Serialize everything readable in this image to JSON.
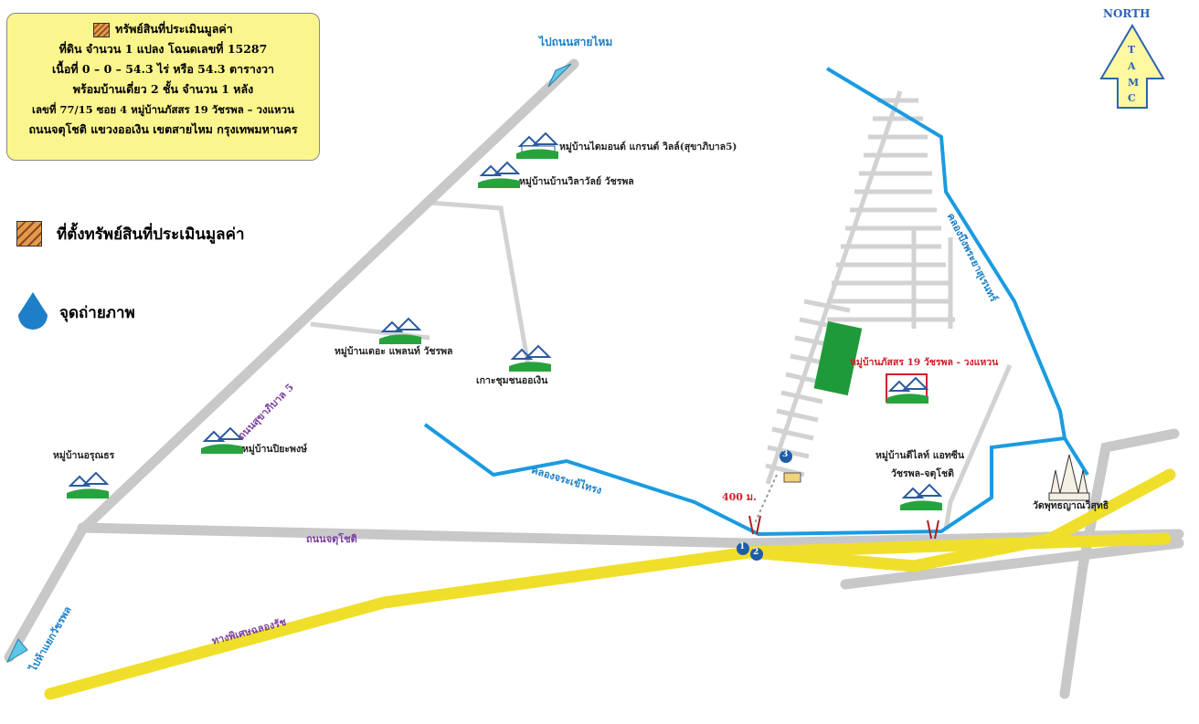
{
  "info_box": {
    "title": "ทรัพย์สินที่ประเมินมูลค่า",
    "lines": [
      "ที่ดิน จำนวน 1 แปลง โฉนดเลขที่ 15287",
      "เนื้อที่ 0 – 0 – 54.3 ไร่ หรือ 54.3 ตารางวา",
      "พร้อมบ้านเดี่ยว 2 ชั้น จำนวน 1 หลัง",
      "เลขที่ 77/15 ซอย 4 หมู่บ้านภัสสร 19 วัชรพล – วงแหวน",
      "ถนนจตุโชติ แขวงออเงิน เขตสายไหม กรุงเทพมหานคร"
    ]
  },
  "legend": {
    "property_location": "ที่ตั้งทรัพย์สินที่ประเมินมูลค่า",
    "photo_point": "จุดถ่ายภาพ"
  },
  "north": {
    "label": "NORTH",
    "letters": [
      "T",
      "A",
      "M",
      "C"
    ]
  },
  "labels": {
    "to_saimai": "ไปถนนสายไหม",
    "diamond_grand": "หมู่บ้านไดมอนด์ แกรนด์ วิลล์(สุขาภิบาล5)",
    "vilawan": "หมู่บ้านบ้านวิลาวัลย์ วัชรพล",
    "the_plant": "หมู่บ้านเดอะ แพลนท์ วัชรพล",
    "ko_chumchon": "เกาะชุมชนออเงิน",
    "passorn": "หมู่บ้านภัสสร 19 วัชรพล - วงแหวน",
    "delight_1": "หมู่บ้านดีไลท์ แอทซีน",
    "delight_2": "วัชรพล-จตุโชติ",
    "wat": "วัดพุทธญาณวิสุทธิ",
    "arunthorn": "หมู่บ้านอรุณธร",
    "piyapong": "หมู่บ้านปิยะพงษ์",
    "sukhaphiban5": "ถนนสุขาภิบาล 5",
    "khlong_jorakhe": "คลองจระเข้ไทรง",
    "khlong_bueng": "คลองบึงพระยาสุเรนทร์",
    "distance": "400 ม.",
    "chatuchot": "ถนนจตุโชติ",
    "expressway": "ทางพิเศษฉลองรัช",
    "to_watcharaphon": "ไปห้าแยกวัชรพล"
  },
  "photo_points": [
    "1",
    "2",
    "3"
  ],
  "colors": {
    "road": "#c9c9c9",
    "canal": "#1a9be0",
    "expressway": "#f2e33a",
    "accent_red": "#d0202a",
    "box": "#fbf58e"
  }
}
